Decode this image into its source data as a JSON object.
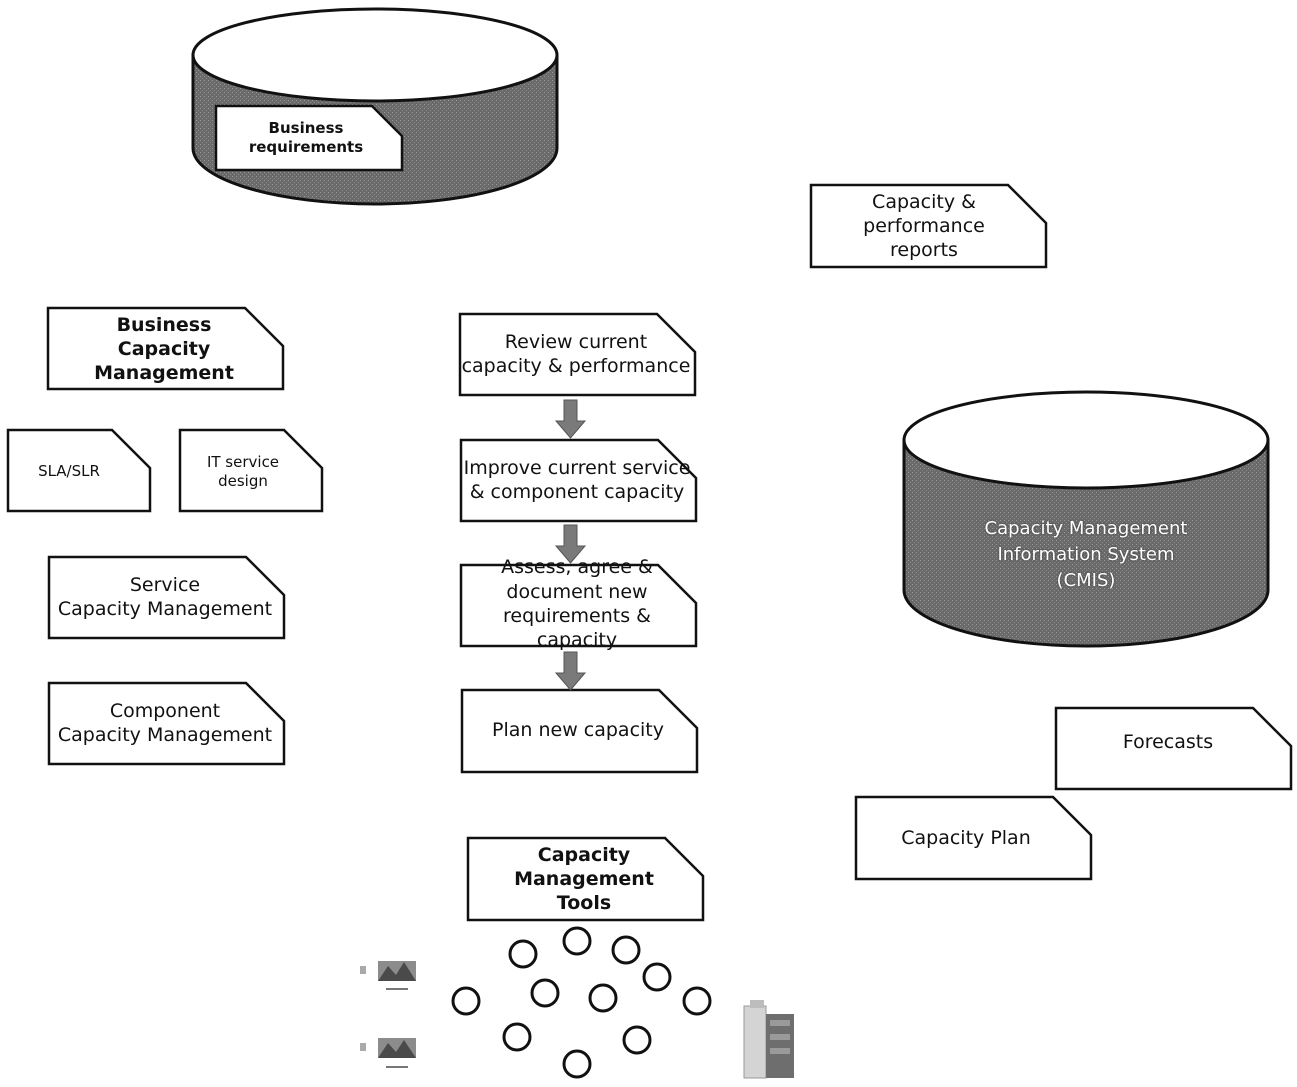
{
  "business_requirements": "Business\nrequirements",
  "capacity_performance_reports": "Capacity &\nperformance\nreports",
  "business_capacity_management": "Business\nCapacity Management",
  "sla_slr": "SLA/SLR",
  "it_service_design": "IT service\ndesign",
  "service_capacity_management": "Service\nCapacity Management",
  "component_capacity_management": "Component\nCapacity Management",
  "review_capacity": "Review current\ncapacity & performance",
  "improve_capacity": "Improve current service\n& component capacity",
  "assess_requirements": "Assess, agree &\ndocument new\nrequirements & capacity",
  "plan_capacity": "Plan new capacity",
  "cmis": "Capacity Management\nInformation System\n(CMIS)",
  "forecasts": "Forecasts",
  "capacity_plan": "Capacity Plan",
  "capacity_management_tools": "Capacity\nManagement\nTools",
  "colors": {
    "cylinder_fill": "#6f6f6f",
    "cylinder_top": "#ffffff",
    "arrow": "#7a7a7a",
    "stroke": "#111111"
  }
}
